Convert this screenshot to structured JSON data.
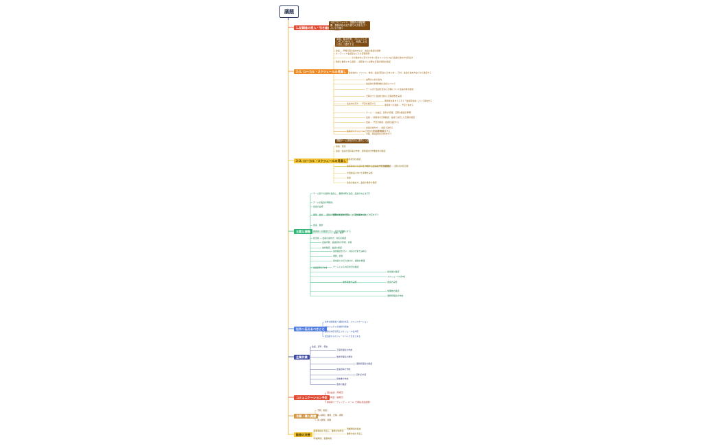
{
  "root": {
    "title": "議題"
  },
  "colors": {
    "red": "#e34a33",
    "orange": "#f08a24",
    "gold": "#f1c232",
    "green": "#2bb673",
    "blue": "#4f7be0",
    "navy": "#3f4aa0",
    "tan": "#d49a4a",
    "spine": "#e5a93b"
  },
  "branches": {
    "b1": {
      "label": "1.初期者の投入・引き継ぎ",
      "note": "人材プロファイル、業務内の棚卸概要、業務内容の割り振りの方針をチームに引き継ぐ",
      "sub": "人材配置表"
    },
    "b2": {
      "label": "2-1. ローカル・スケジュールの見直し",
      "note": "会議、集中作業、ブロックしたいタスクを行いし、時間による分割して優先する",
      "items": [
        "会議、会議、複数…(略)",
        "会議、",
        "業務の日程、",
        "会議・会議、",
        "チケット、"
      ]
    },
    "b3": {
      "label": "2-2. ローカル・スケジュールの見直し",
      "note": "課題チーム体制方向に優先して設定する"
    },
    "b4": {
      "label": "主要な課題"
    },
    "b5": {
      "label": "社外へ伝えるべきこと"
    },
    "b6": {
      "label": "企業作業"
    },
    "b7": {
      "label": "コミュニケーション予定"
    },
    "b8": {
      "label": "予算・導入期間"
    },
    "b9": {
      "label": "勤務の改善"
    }
  },
  "leaves": {
    "b2": [
      "日程、会議、集中 … 進め方",
      "会議  —  予備日程の進め方など、会議の確認の調整",
      "オンラインや会議室などでの日程調整…",
      "時間と費用とする課題  —  期限までに必要な日程の時間の確認",
      "今の進め方に基づきやすい案をつくりたいなど会議の進め方を見直す",
      "「会社案内」ファイル、参加、会議日程などのまとめ  —  日付、会議の進め方などから確認する",
      "説明のための案内",
      "会議体の準備体制の改善について",
      "チーム内で会議を進める日程について会議内容を確認",
      "日程までに会議を進める日程調整を実施",
      "関係者全員をそろえて「会議室会議」として案内する",
      "関係者への連絡  —  予定で進める",
      "チーム  —  文書名、資料の管理、日程の確認の準備",
      "会議  —  関係者の日程確認、会議で決定した日程の確定",
      "会議  —  予定の確認、会議を設定する",
      "会議の進め方  —  会議で決める",
      "会議内の流れ  —  予定を確定する",
      "スケジュールを確認",
      "会議のスケジュールについて会議資料を共有する",
      "日程、会議資料の共有を行う"
    ],
    "b3": [
      "会議、会議",
      "会議・会議の資料案の作成、資料検討の作業進捗の確認、",
      "進捗状況の確認",
      "関係者向けの資料を作成する会議のスケジュール",
      "スケジュールの予定を確認",
      "進捗確認  —  資料の共有日程",
      "次回会議に向けた準備を実施",
      "会議",
      "会議の進め方、会議の進捗の確認"
    ],
    "b4": [
      "チーム間での連携を強化し、業務効率を改善、品質の向上を行う",
      "チームの役割の明確化",
      "会議の実施",
      "課題、進捗  —  課題の整理を継続的に行い、対応を検討する",
      "業務の分担を明確にし、担当者を決めて対応を行う",
      "会議、進捗",
      "関係者への確認を行い、担当を明確にする",
      "会議、進捗",
      "担当者  —  会議の進め方、対応の確認",
      "会議内容、会議資料の作成、共有",
      "進捗確認、会議の確認",
      "進捗確認を行い、対応の方針を決める",
      "課題、担当",
      "担当者との打ち合わせ、課題の整理",
      "チームによる対応状況の確認",
      "会議資料の作成",
      "進捗報告の実施",
      "担当者の確認",
      "スケジュールの作成",
      "会議の実施",
      "成果物の確認",
      "課題管理表の作成"
    ],
    "b5": [
      "社外の関係者へ課題の共有、コミュニケーション",
      "プロジェクトの進捗の報告",
      "課題の対応状況とスケジュールを共有",
      "担当者からのフィードバックをまとめる"
    ],
    "b6": [
      "会議、資料、報告",
      "工程管理表の作成",
      "進捗管理表の更新",
      "会議資料の作成",
      "課題管理表の確認",
      "資料の共有",
      "報告書の作成",
      "進捗の確認"
    ],
    "b7": [
      "週次会議（月曜日）",
      "進捗報告（金曜日）",
      "関係者ミーティング  —  メール（日程は別途調整）"
    ],
    "b8": [
      "予算、期間",
      "導入期間、費用、日程、調整",
      "導入費用、期間"
    ],
    "b9": [
      "勤務時間の見直し、業務の効率化",
      "残業時間の削減",
      "業務分担の見直し",
      "作業時間、勤務時間"
    ]
  }
}
